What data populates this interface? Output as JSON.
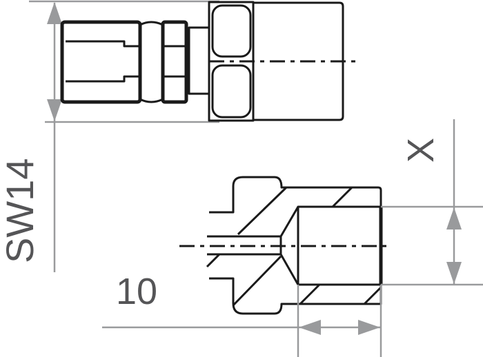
{
  "labels": {
    "wrench_size": "SW14",
    "length": "10",
    "diameter": "X"
  },
  "colors": {
    "outline": "#1a1a1a",
    "dimension": "#999a9c",
    "text": "#555557"
  }
}
